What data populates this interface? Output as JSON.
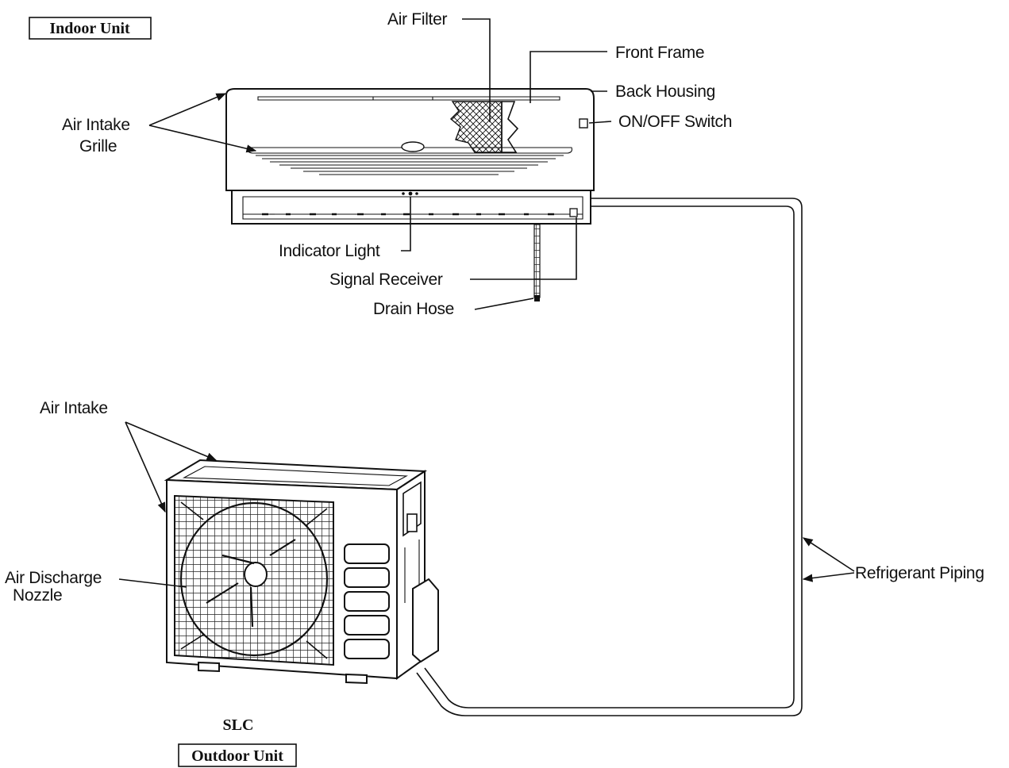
{
  "indoor_title": "Indoor Unit",
  "outdoor_title": "Outdoor Unit",
  "model": "SLC",
  "labels": {
    "air_filter": "Air Filter",
    "front_frame": "Front Frame",
    "back_housing": "Back Housing",
    "on_off_switch": "ON/OFF Switch",
    "air_intake_grille_1": "Air Intake",
    "air_intake_grille_2": "Grille",
    "indicator_light": "Indicator Light",
    "signal_receiver": "Signal Receiver",
    "drain_hose": "Drain Hose",
    "air_intake": "Air Intake",
    "air_discharge_1": "Air Discharge",
    "air_discharge_2": "Nozzle",
    "refrigerant_piping": "Refrigerant Piping"
  }
}
